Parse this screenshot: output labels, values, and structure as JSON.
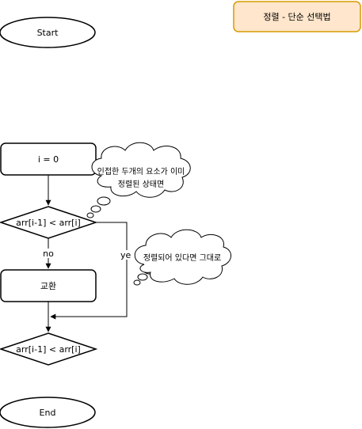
{
  "title_box": {
    "label": "정렬 - 단순 선택법",
    "fill": "#ffe6cc",
    "stroke": "#d79b00"
  },
  "nodes": {
    "start": "Start",
    "init": "i = 0",
    "decision1": "arr[i-1] < arr[i]",
    "swap": "교환",
    "decision2": "arr[i-1] < arr[i]",
    "end": "End"
  },
  "edges": {
    "no_label": "no",
    "yes_label": "ye"
  },
  "notes": {
    "cloud1_line1": "인접한 두개의 요소가 이미",
    "cloud1_line2": "정렬된 상태면",
    "cloud2": "정렬되어 있다면 그대로"
  }
}
